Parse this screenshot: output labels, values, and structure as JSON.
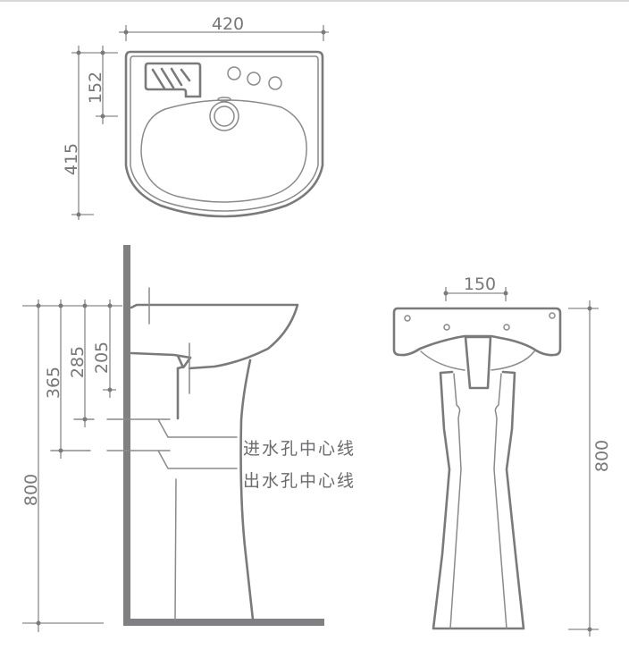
{
  "dimensions": {
    "top_width": "420",
    "top_depth": "415",
    "tap_offset": "152",
    "overall_height_side": "800",
    "outlet_height": "365",
    "inlet_height": "285",
    "trap_drop": "205",
    "tap_hole_spacing": "150",
    "overall_height_front": "800"
  },
  "labels": {
    "inlet_centerline": "进水孔中心线",
    "outlet_centerline": "出水孔中心线"
  },
  "colors": {
    "line": "#7a7a7c",
    "wall": "#808082"
  }
}
